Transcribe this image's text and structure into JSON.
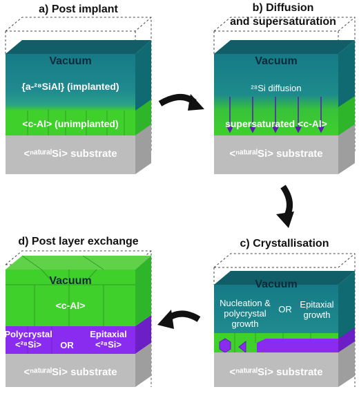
{
  "panels": {
    "a": {
      "title": "a) Post implant",
      "vacuum": "Vacuum",
      "implanted": "{a-²⁸SiAl} (implanted)",
      "unimplanted": "<c-Al> (unimplanted)",
      "substrate": "<ⁿᵃᵗᵘʳᵃˡSi> substrate"
    },
    "b": {
      "title_line1": "b) Diffusion",
      "title_line2": "and supersaturation",
      "vacuum": "Vacuum",
      "diffusion": "²⁸Si diffusion",
      "supersaturated": "supersaturated <c-Al>",
      "substrate": "<ⁿᵃᵗᵘʳᵃˡSi> substrate"
    },
    "c": {
      "title": "c) Crystallisation",
      "vacuum": "Vacuum",
      "nucleation": "Nucleation & polycrystal growth",
      "or": "OR",
      "epitaxial": "Epitaxial growth",
      "substrate": "<ⁿᵃᵗᵘʳᵃˡSi> substrate"
    },
    "d": {
      "title": "d) Post layer exchange",
      "vacuum": "Vacuum",
      "cal": "<c-Al>",
      "polycrystal": "Polycrystal <²⁸Si>",
      "or": "OR",
      "epitaxial": "Epitaxial <²⁸Si>",
      "substrate": "<ⁿᵃᵗᵘʳᵃˡSi> substrate"
    }
  },
  "colors": {
    "teal": "#1f7d86",
    "green": "#3fd02c",
    "purple": "#8a2cf0",
    "grey": "#bdbdbd",
    "arrow": "#111111"
  }
}
